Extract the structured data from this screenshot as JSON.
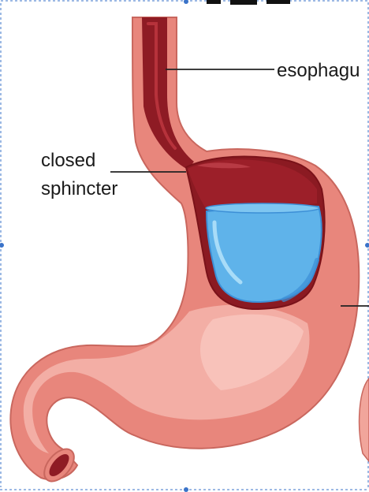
{
  "labels": {
    "esophagus": "esophagu",
    "closed": "closed",
    "sphincter": "sphincter"
  },
  "colors": {
    "stomach_outer": "#e8867c",
    "stomach_light": "#f3aea5",
    "stomach_highlight": "#f8c2ba",
    "esophagus_inner": "#8e1b24",
    "food_dark": "#8b1a22",
    "liquid_blue": "#5fb3ea",
    "liquid_dark_blue": "#3c8fd6",
    "selection_dash": "#3a73c9"
  },
  "icons": {
    "selection": "selection-box-handles"
  }
}
